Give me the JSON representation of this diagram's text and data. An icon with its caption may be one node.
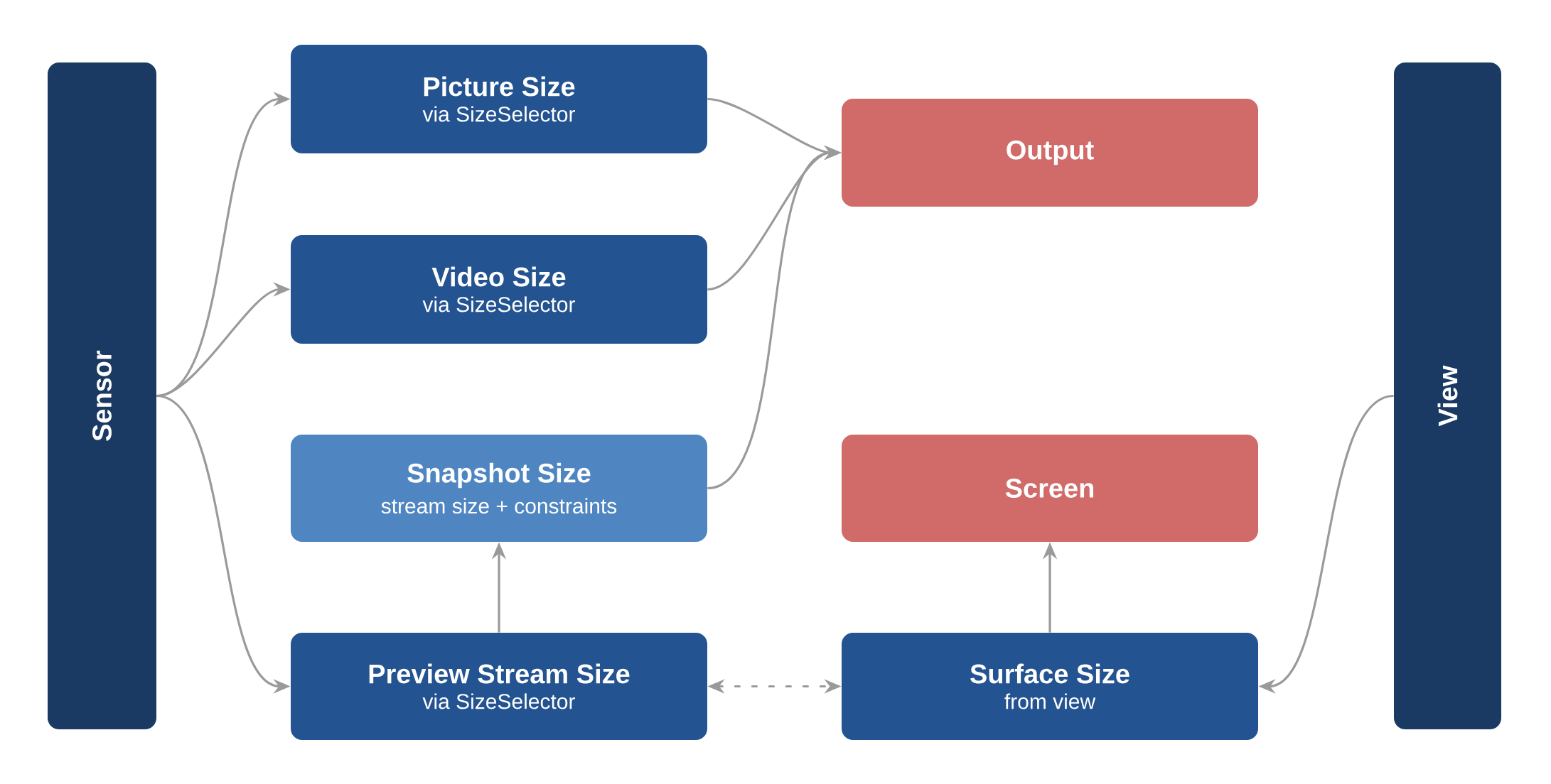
{
  "diagram": {
    "nodes": [
      {
        "text": [
          "Sensor"
        ]
      },
      {
        "text": [
          "Picture Size",
          "via SizeSelector"
        ]
      },
      {
        "text": [
          "Video Size",
          "via SizeSelector"
        ]
      },
      {
        "text": [
          "Snapshot Size",
          "stream size + constraints"
        ]
      },
      {
        "text": [
          "Preview Stream Size",
          "via SizeSelector"
        ]
      },
      {
        "text": [
          "Output"
        ]
      },
      {
        "text": [
          "Screen"
        ]
      },
      {
        "text": [
          "Surface Size",
          "from view"
        ]
      },
      {
        "text": [
          "View"
        ]
      }
    ],
    "edges": [
      {
        "from": 0,
        "to": 1,
        "arrow": "to"
      },
      {
        "from": 0,
        "to": 2,
        "arrow": "to"
      },
      {
        "from": 0,
        "to": 4,
        "arrow": "to"
      },
      {
        "from": 1,
        "to": 5,
        "arrow": "to"
      },
      {
        "from": 2,
        "to": 5,
        "arrow": "to"
      },
      {
        "from": 3,
        "to": 5,
        "arrow": "to"
      },
      {
        "from": 4,
        "to": 3,
        "arrow": "to"
      },
      {
        "from": 7,
        "to": 6,
        "arrow": "to"
      },
      {
        "from": 8,
        "to": 7,
        "arrow": "to"
      },
      {
        "from": 4,
        "to": 7,
        "arrow": "both",
        "style": "dashed"
      }
    ]
  }
}
